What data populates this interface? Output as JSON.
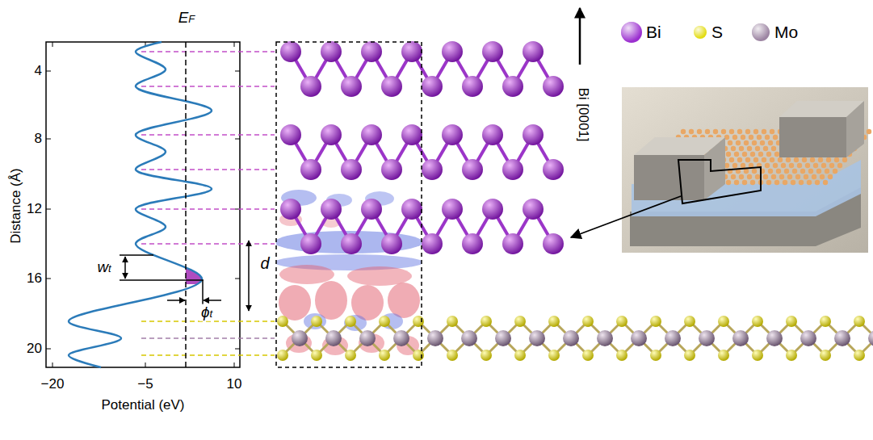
{
  "diagram": {
    "labels": [
      "EF",
      "4",
      "8",
      "12",
      "16",
      "20",
      "Distance (Å)",
      "−20",
      "−5",
      "10",
      "Potential (eV)",
      "wt",
      "ϕt",
      "d",
      "Bi [0001]"
    ],
    "legend": [
      {
        "text": "Bi",
        "color": "#9b2fcf"
      },
      {
        "text": "S",
        "color": "#e3dc10"
      },
      {
        "text": "Mo",
        "color": "#9c84a2"
      }
    ]
  }
}
